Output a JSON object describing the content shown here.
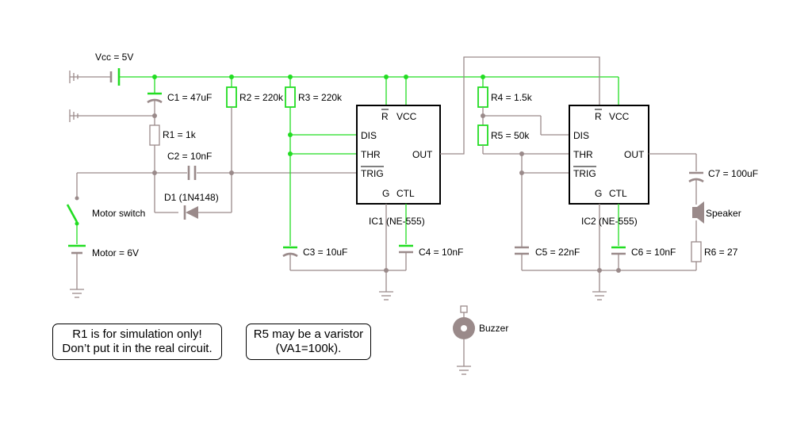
{
  "labels": {
    "vcc": "Vcc = 5V",
    "c1": "C1 = 47uF",
    "r1": "R1 = 1k",
    "c2": "C2 = 10nF",
    "r2": "R2 = 220k",
    "r3": "R3 = 220k",
    "d1": "D1 (1N4148)",
    "motor_switch": "Motor switch",
    "motor": "Motor = 6V",
    "c3": "C3 = 10uF",
    "c4": "C4 = 10nF",
    "ic1": "IC1 (NE-555)",
    "r4": "R4 = 1.5k",
    "r5": "R5 = 50k",
    "c5": "C5 = 22nF",
    "c6": "C6 = 10nF",
    "ic2": "IC2 (NE-555)",
    "c7": "C7 = 100uF",
    "speaker": "Speaker",
    "r6": "R6 = 27",
    "buzzer": "Buzzer"
  },
  "ic_pins": {
    "r": "R",
    "vcc": "VCC",
    "dis": "DIS",
    "thr": "THR",
    "trig": "TRIG",
    "out": "OUT",
    "g": "G",
    "ctl": "CTL"
  },
  "notes": {
    "note1_line1": "R1 is for simulation only!",
    "note1_line2": "Don’t put it in the real circuit.",
    "note2_line1": "R5 may be a varistor",
    "note2_line2": "(VA1=100k)."
  },
  "colors": {
    "active_wire": "#22dd22",
    "inactive_wire": "#9a8a8a"
  }
}
